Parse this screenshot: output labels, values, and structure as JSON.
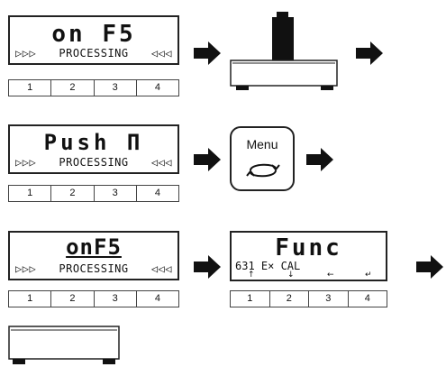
{
  "rows": [
    {
      "display_main": "on F5",
      "display_sub_left": "▷▷▷",
      "display_sub_center": "PROCESSING",
      "display_sub_right": "◁◁◁"
    },
    {
      "display_main": "Push Π",
      "display_sub_left": "▷▷▷",
      "display_sub_center": "PROCESSING",
      "display_sub_right": "◁◁◁"
    },
    {
      "display_main": "onF5",
      "display_sub_left": "▷▷▷",
      "display_sub_center": "PROCESSING",
      "display_sub_right": "◁◁◁"
    }
  ],
  "keys": [
    "1",
    "2",
    "3",
    "4"
  ],
  "func_display": {
    "main": "Func",
    "sub": "631  E× CAL",
    "ticks": [
      "↑",
      "↓",
      "←",
      "↵"
    ]
  },
  "menu_button": {
    "label": "Menu",
    "icon": "cycle-arrows-icon"
  },
  "icons": {
    "arrow": "right-arrow-icon",
    "scale": "scale-with-weight-icon",
    "empty_scale": "empty-scale-icon"
  }
}
